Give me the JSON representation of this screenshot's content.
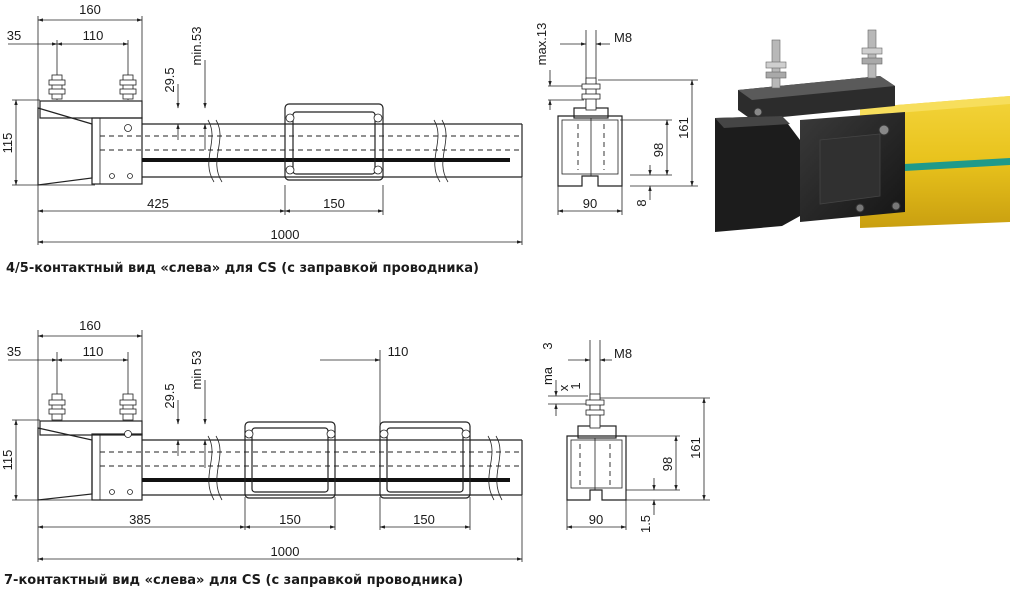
{
  "top": {
    "caption": "4/5-контактный вид «слева» для CS (с заправкой проводника)",
    "side": {
      "d160": "160",
      "d35": "35",
      "d110": "110",
      "d29_5": "29.5",
      "min53": "min.53",
      "d115": "115",
      "d425": "425",
      "d150": "150",
      "d1000": "1000"
    },
    "section": {
      "max13": "max.13",
      "m8": "M8",
      "d161": "161",
      "d98": "98",
      "d90": "90",
      "d8": "8"
    }
  },
  "bottom": {
    "caption": "7-контактный вид «слева» для CS (с заправкой проводника)",
    "side": {
      "d160": "160",
      "d35": "35",
      "d110": "110",
      "d110b": "110",
      "d29_5": "29.5",
      "min53": "min 53",
      "d115": "115",
      "d385": "385",
      "d150a": "150",
      "d150b": "150",
      "d1000": "1000"
    },
    "section": {
      "ma": "ma",
      "three": "3",
      "x": "x",
      "one": "1",
      "m8": "M8",
      "d161": "161",
      "d98": "98",
      "d90": "90",
      "d1_5": "1.5"
    }
  },
  "photo": {
    "housing_color": "#2a2a2a",
    "rail_color": "#e8c21c",
    "stripe_color": "#1f9a8a"
  }
}
